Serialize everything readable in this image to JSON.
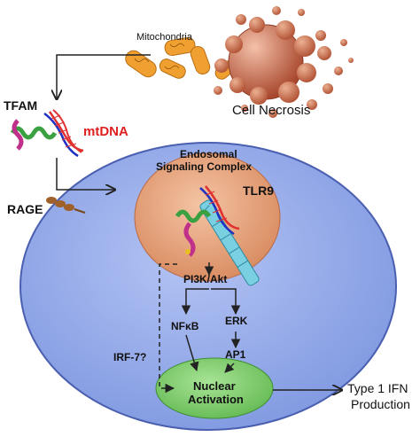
{
  "labels": {
    "mitochondria": "Mitochondria",
    "cell_necrosis": "Cell Necrosis",
    "tfam": "TFAM",
    "mtdna": "mtDNA",
    "rage": "RAGE",
    "endosomal_line1": "Endosomal",
    "endosomal_line2": "Signaling Complex",
    "tlr9": "TLR9",
    "pi3k": "PI3K/Akt",
    "nfkb": "NFκB",
    "erk": "ERK",
    "ap1": "AP1",
    "irf7": "IRF-7?",
    "nuclear_line1": "Nuclear",
    "nuclear_line2": "Activation",
    "ifn_line1": "Type 1 IFN",
    "ifn_line2": "Production"
  },
  "colors": {
    "cell_fill": "#8fa6e8",
    "cell_stroke": "#4a5fb0",
    "endosome_fill": "#e8a57f",
    "nucleus_fill": "#7fcf6e",
    "mito_fill": "#f0a030",
    "necrosis_fill": "#c8684a",
    "mtdna_text": "#e02020",
    "tfam_green": "#3aa040",
    "tfam_magenta": "#c0308a",
    "dna_red": "#e03030",
    "dna_blue": "#2030c0",
    "tlr9_cyan": "#7ad0e0",
    "rage_brown": "#a0602a"
  }
}
